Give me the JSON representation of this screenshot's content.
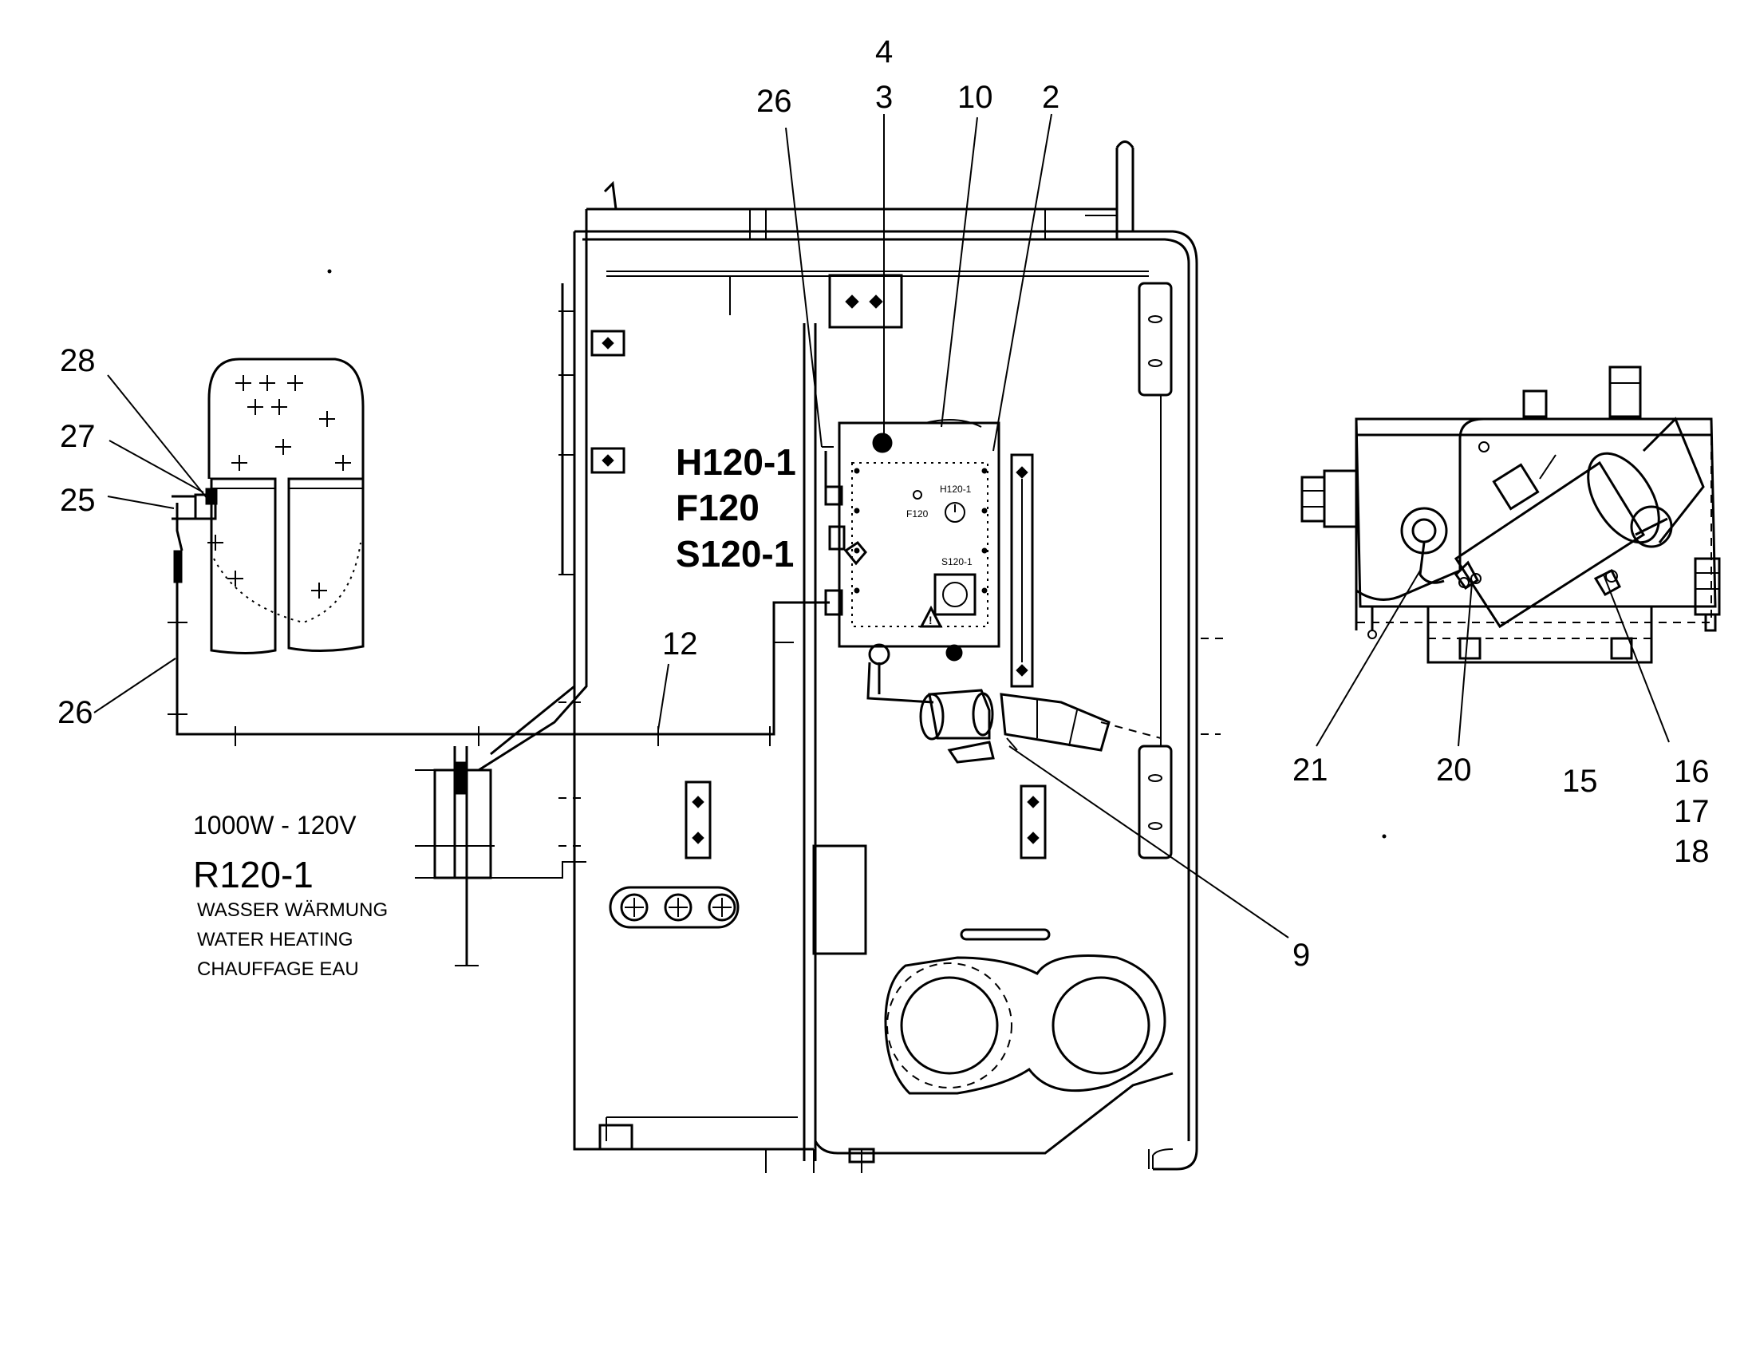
{
  "callouts": {
    "c4": "4",
    "c3": "3",
    "c26_top": "26",
    "c10": "10",
    "c2": "2",
    "c28": "28",
    "c27": "27",
    "c25": "25",
    "c26_left": "26",
    "c12": "12",
    "c9": "9",
    "c21": "21",
    "c20": "20",
    "c15": "15",
    "c16": "16",
    "c17": "17",
    "c18": "18"
  },
  "component_labels": {
    "h120": "H120-1",
    "f120": "F120",
    "s120": "S120-1"
  },
  "panel_labels": {
    "h120_small": "H120-1",
    "f120_small": "F120",
    "s120_small": "S120-1"
  },
  "heater_block": {
    "rating": "1000W - 120V",
    "designation": "R120-1",
    "line_de": "WASSER WÄRMUNG",
    "line_en": "WATER HEATING",
    "line_fr": "CHAUFFAGE EAU"
  }
}
